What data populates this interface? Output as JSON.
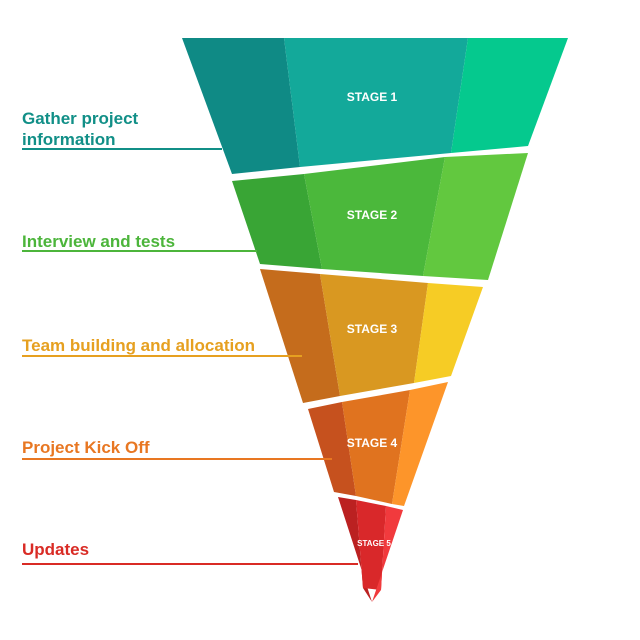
{
  "stages": [
    {
      "label": "STAGE 1",
      "side_lines": [
        "Gather project",
        "information"
      ],
      "color": "#118f87",
      "colors": [
        "#0f8a85",
        "#13a99a",
        "#05c98e"
      ]
    },
    {
      "label": "STAGE 2",
      "side_lines": [
        "Interview and tests"
      ],
      "color": "#4cb53b",
      "colors": [
        "#39a535",
        "#4bb83b",
        "#62c83f"
      ]
    },
    {
      "label": "STAGE 3",
      "side_lines": [
        "Team building and allocation"
      ],
      "color": "#e6a020",
      "colors": [
        "#c56c1c",
        "#d99821",
        "#f6cc25"
      ]
    },
    {
      "label": "STAGE 4",
      "side_lines": [
        "Project Kick Off"
      ],
      "color": "#e87722",
      "colors": [
        "#c6511e",
        "#e0731f",
        "#fd952a"
      ]
    },
    {
      "label": "STAGE 5",
      "side_lines": [
        "Updates"
      ],
      "color": "#d92b25",
      "colors": [
        "#bb2121",
        "#d9282a",
        "#f13a3d"
      ]
    }
  ]
}
